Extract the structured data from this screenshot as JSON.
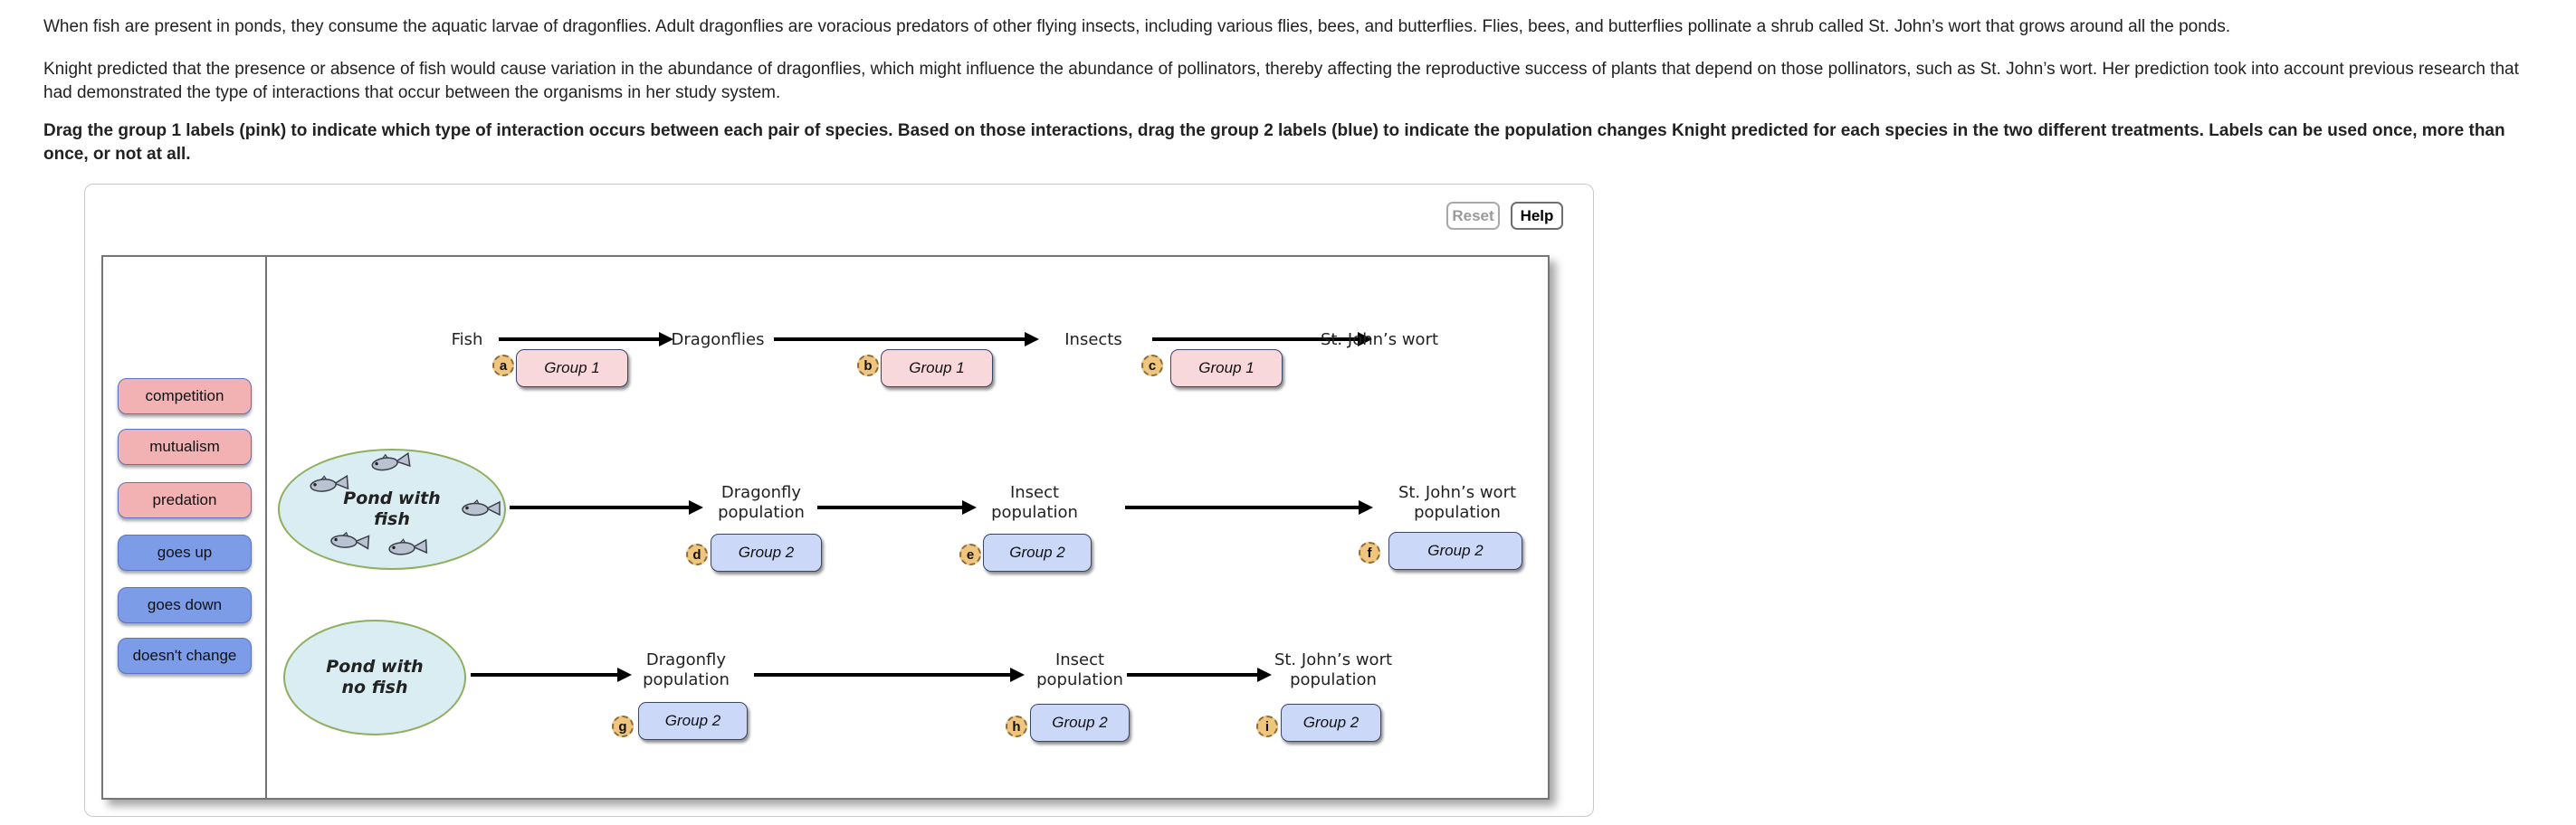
{
  "intro": {
    "p1": "When fish are present in ponds, they consume the aquatic larvae of dragonflies. Adult dragonflies are voracious predators of other flying insects, including various flies, bees, and butterflies. Flies, bees, and butterflies pollinate a shrub called St. John’s wort that grows around all the ponds.",
    "p2": "Knight predicted that the presence or absence of fish would cause variation in the abundance of dragonflies, which might influence the abundance of pollinators, thereby affecting the reproductive success of plants that depend on those pollinators, such as St. John’s wort. Her prediction took into account previous research that had demonstrated the type of interactions that occur between the organisms in her study system.",
    "p3": "Drag the group 1 labels (pink) to indicate which type of interaction occurs between each pair of species. Based on those interactions, drag the group 2 labels (blue) to indicate the population changes Knight predicted for each species in the two different treatments. Labels can be used once, more than once, or not at all."
  },
  "toolbar": {
    "reset_label": "Reset",
    "help_label": "Help"
  },
  "bins": {
    "items": [
      {
        "label": "competition",
        "group": "group1"
      },
      {
        "label": "mutualism",
        "group": "group1"
      },
      {
        "label": "predation",
        "group": "group1"
      },
      {
        "label": "goes up",
        "group": "group2"
      },
      {
        "label": "goes down",
        "group": "group2"
      },
      {
        "label": "doesn't change",
        "group": "group2"
      }
    ]
  },
  "diagram": {
    "row1": {
      "nodes": [
        "Fish",
        "Dragonflies",
        "Insects",
        "St. John’s wort"
      ],
      "targets": [
        {
          "badge": "a",
          "label": "Group 1"
        },
        {
          "badge": "b",
          "label": "Group 1"
        },
        {
          "badge": "c",
          "label": "Group 1"
        }
      ]
    },
    "row2": {
      "pond_label": "Pond with fish",
      "nodes": [
        "Dragonfly population",
        "Insect population",
        "St. John’s wort population"
      ],
      "targets": [
        {
          "badge": "d",
          "label": "Group 2"
        },
        {
          "badge": "e",
          "label": "Group 2"
        },
        {
          "badge": "f",
          "label": "Group 2"
        }
      ]
    },
    "row3": {
      "pond_label": "Pond with no fish",
      "nodes": [
        "Dragonfly population",
        "Insect population",
        "St. John’s wort population"
      ],
      "targets": [
        {
          "badge": "g",
          "label": "Group 2"
        },
        {
          "badge": "h",
          "label": "Group 2"
        },
        {
          "badge": "i",
          "label": "Group 2"
        }
      ]
    }
  },
  "colors": {
    "group1_chip": "#f2b1b3",
    "group2_chip": "#7d9ce8",
    "group1_target": "#f8d8da",
    "group2_target": "#cbd8f7",
    "badge": "#f0c57e",
    "pond_fill": "#d9edf2",
    "pond_stroke": "#8fae5e"
  }
}
